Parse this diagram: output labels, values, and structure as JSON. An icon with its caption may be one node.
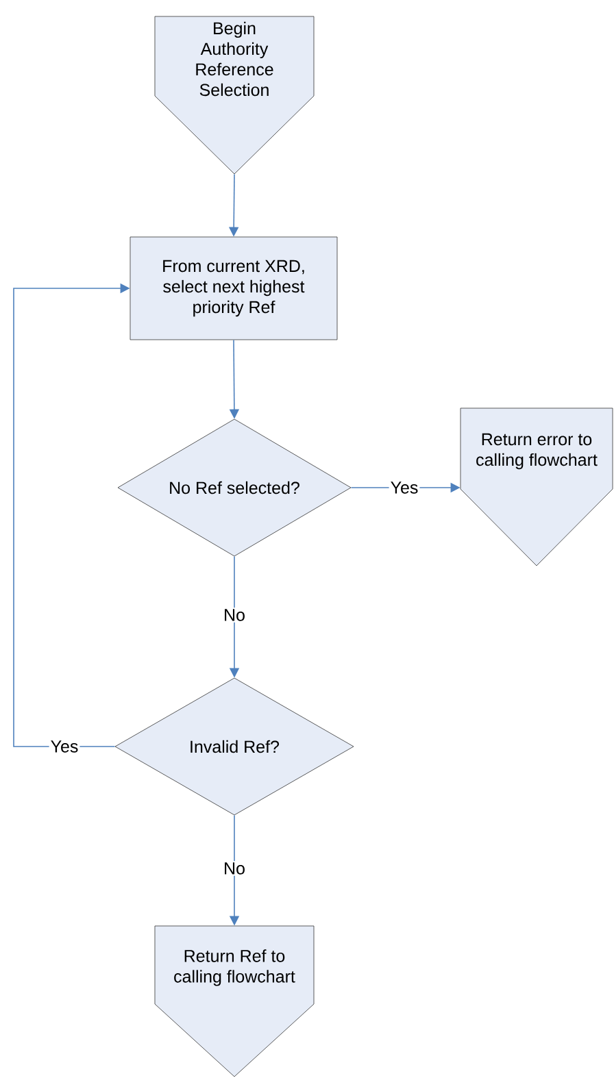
{
  "diagram": {
    "nodes": [
      {
        "text": [
          "Begin Authority Reference Selection"
        ]
      },
      {
        "text": [
          "From current XRD, select next highest priority Ref"
        ]
      },
      {
        "text": [
          "No Ref selected?"
        ]
      },
      {
        "text": [
          "Return error to calling flowchart"
        ]
      },
      {
        "text": [
          "Invalid Ref?"
        ]
      },
      {
        "text": [
          "Return Ref to calling flowchart"
        ]
      }
    ],
    "edges": [
      {
        "from": 0,
        "to": 1,
        "arrow": "to"
      },
      {
        "from": 1,
        "to": 2,
        "arrow": "to"
      },
      {
        "from": 2,
        "to": 3,
        "arrow": "to",
        "label": "Yes"
      },
      {
        "from": 2,
        "to": 4,
        "arrow": "to",
        "label": "No"
      },
      {
        "from": 4,
        "to": 1,
        "arrow": "to",
        "label": "Yes"
      },
      {
        "from": 4,
        "to": 5,
        "arrow": "to",
        "label": "No"
      }
    ]
  }
}
